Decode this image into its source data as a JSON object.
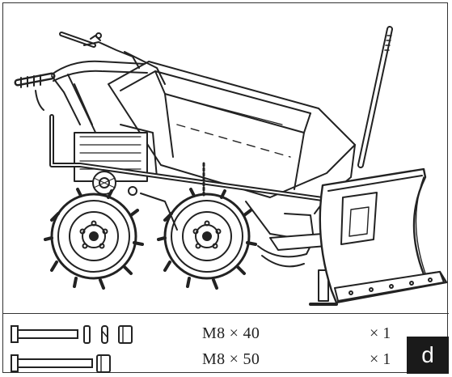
{
  "hardware": [
    {
      "spec": "M8 × 40",
      "qty": "× 1"
    },
    {
      "spec": "M8 × 50",
      "qty": "× 1"
    }
  ],
  "step_badge": "d",
  "illustration_icon": "mini-dumper-with-snow-plow-blade-line-drawing",
  "hardware_icons": [
    "bolt-icon",
    "washer-icon",
    "lock-washer-icon",
    "nut-icon"
  ]
}
